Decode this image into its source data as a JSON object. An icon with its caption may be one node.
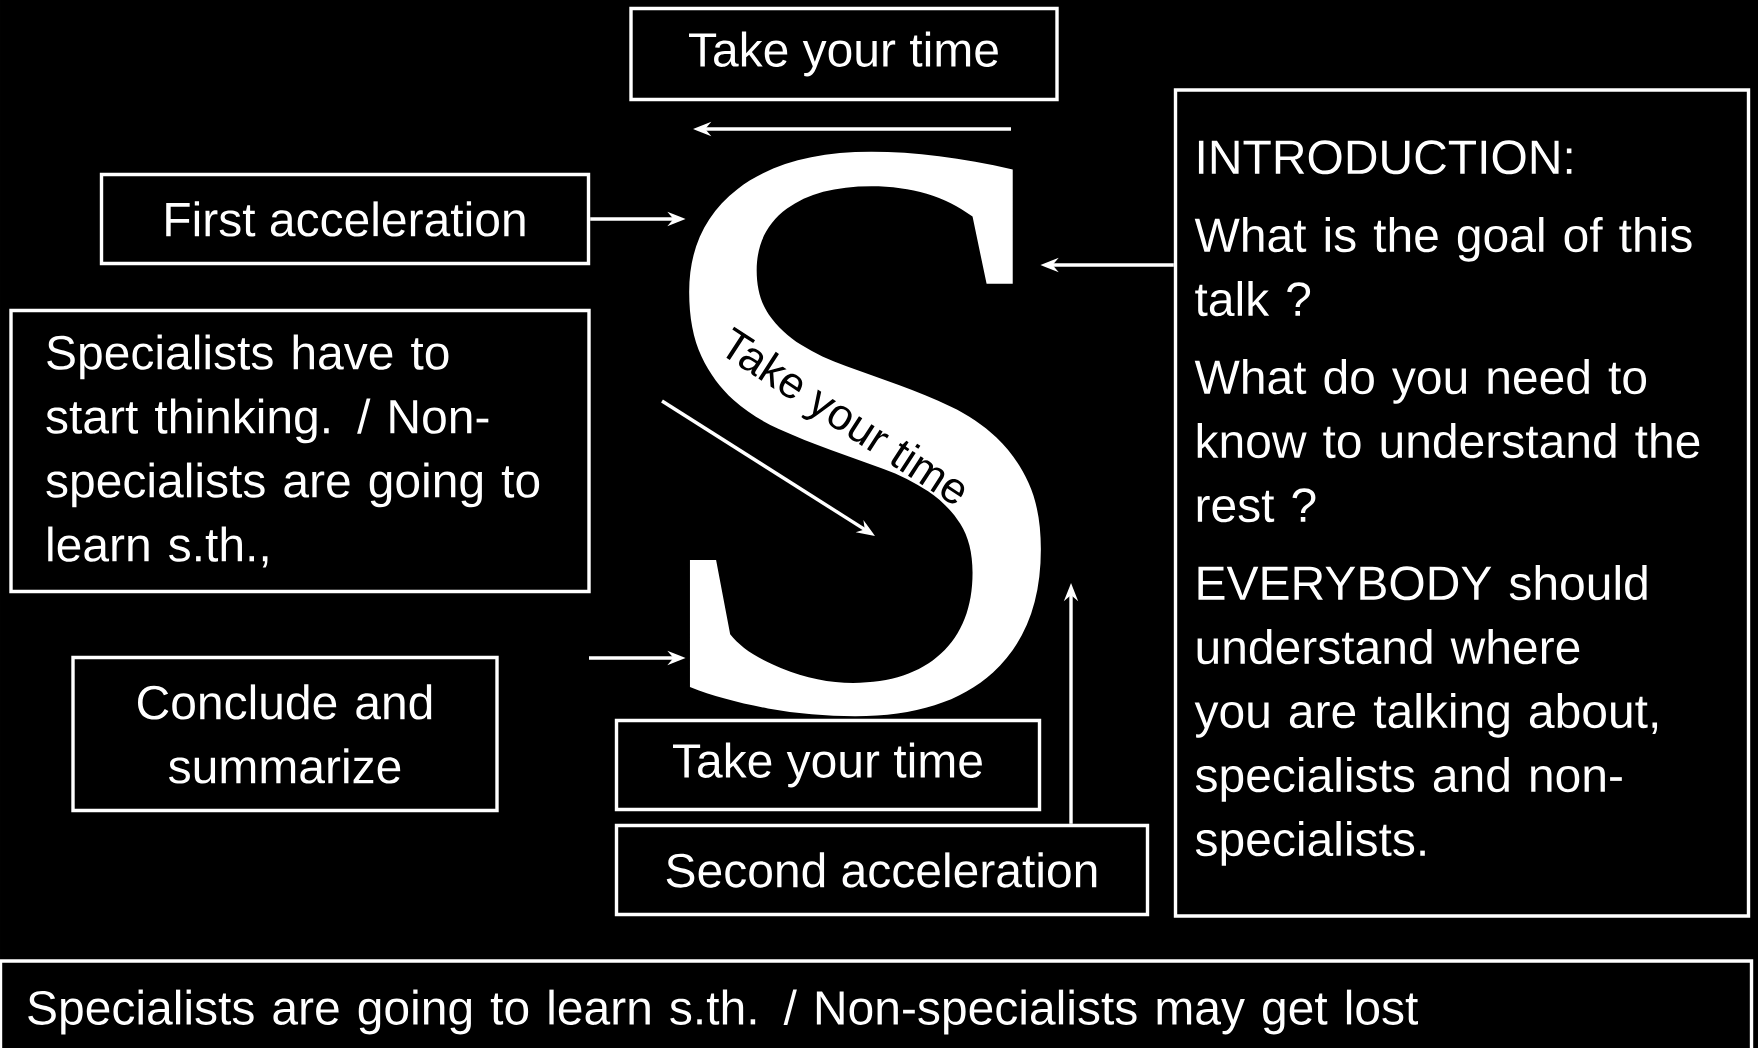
{
  "diagram": {
    "nodes": [
      {
        "text": [
          "Take your time"
        ]
      },
      {
        "text": [
          "First acceleration"
        ]
      },
      {
        "text": [
          "Specialists have to start thinking. / Non-specialists are going to learn s.th.,"
        ]
      },
      {
        "text": [
          "S"
        ]
      },
      {
        "text": [
          "INTRODUCTION:",
          "What is the goal of this talk ?",
          "What do you need to know to understand the rest ?",
          "EVERYBODY should understand where you are talking about, specialists and non-specialists."
        ]
      },
      {
        "text": [
          "Conclude and summarize"
        ]
      },
      {
        "text": [
          "Take your time"
        ]
      },
      {
        "text": [
          "Second acceleration"
        ]
      },
      {
        "text": [
          "Specialists are going to learn s.th. / Non-specialists may get lost"
        ]
      }
    ],
    "edges": [
      {
        "from": 1,
        "to": 3,
        "arrow": "to"
      },
      {
        "from": 4,
        "to": 3,
        "arrow": "to"
      },
      {
        "from": null,
        "to": 3,
        "arrow": "to"
      },
      {
        "from": null,
        "to": 3,
        "arrow": "to"
      },
      {
        "from": 7,
        "to": 3,
        "arrow": "to"
      }
    ],
    "labels": [
      "Take your time"
    ]
  }
}
